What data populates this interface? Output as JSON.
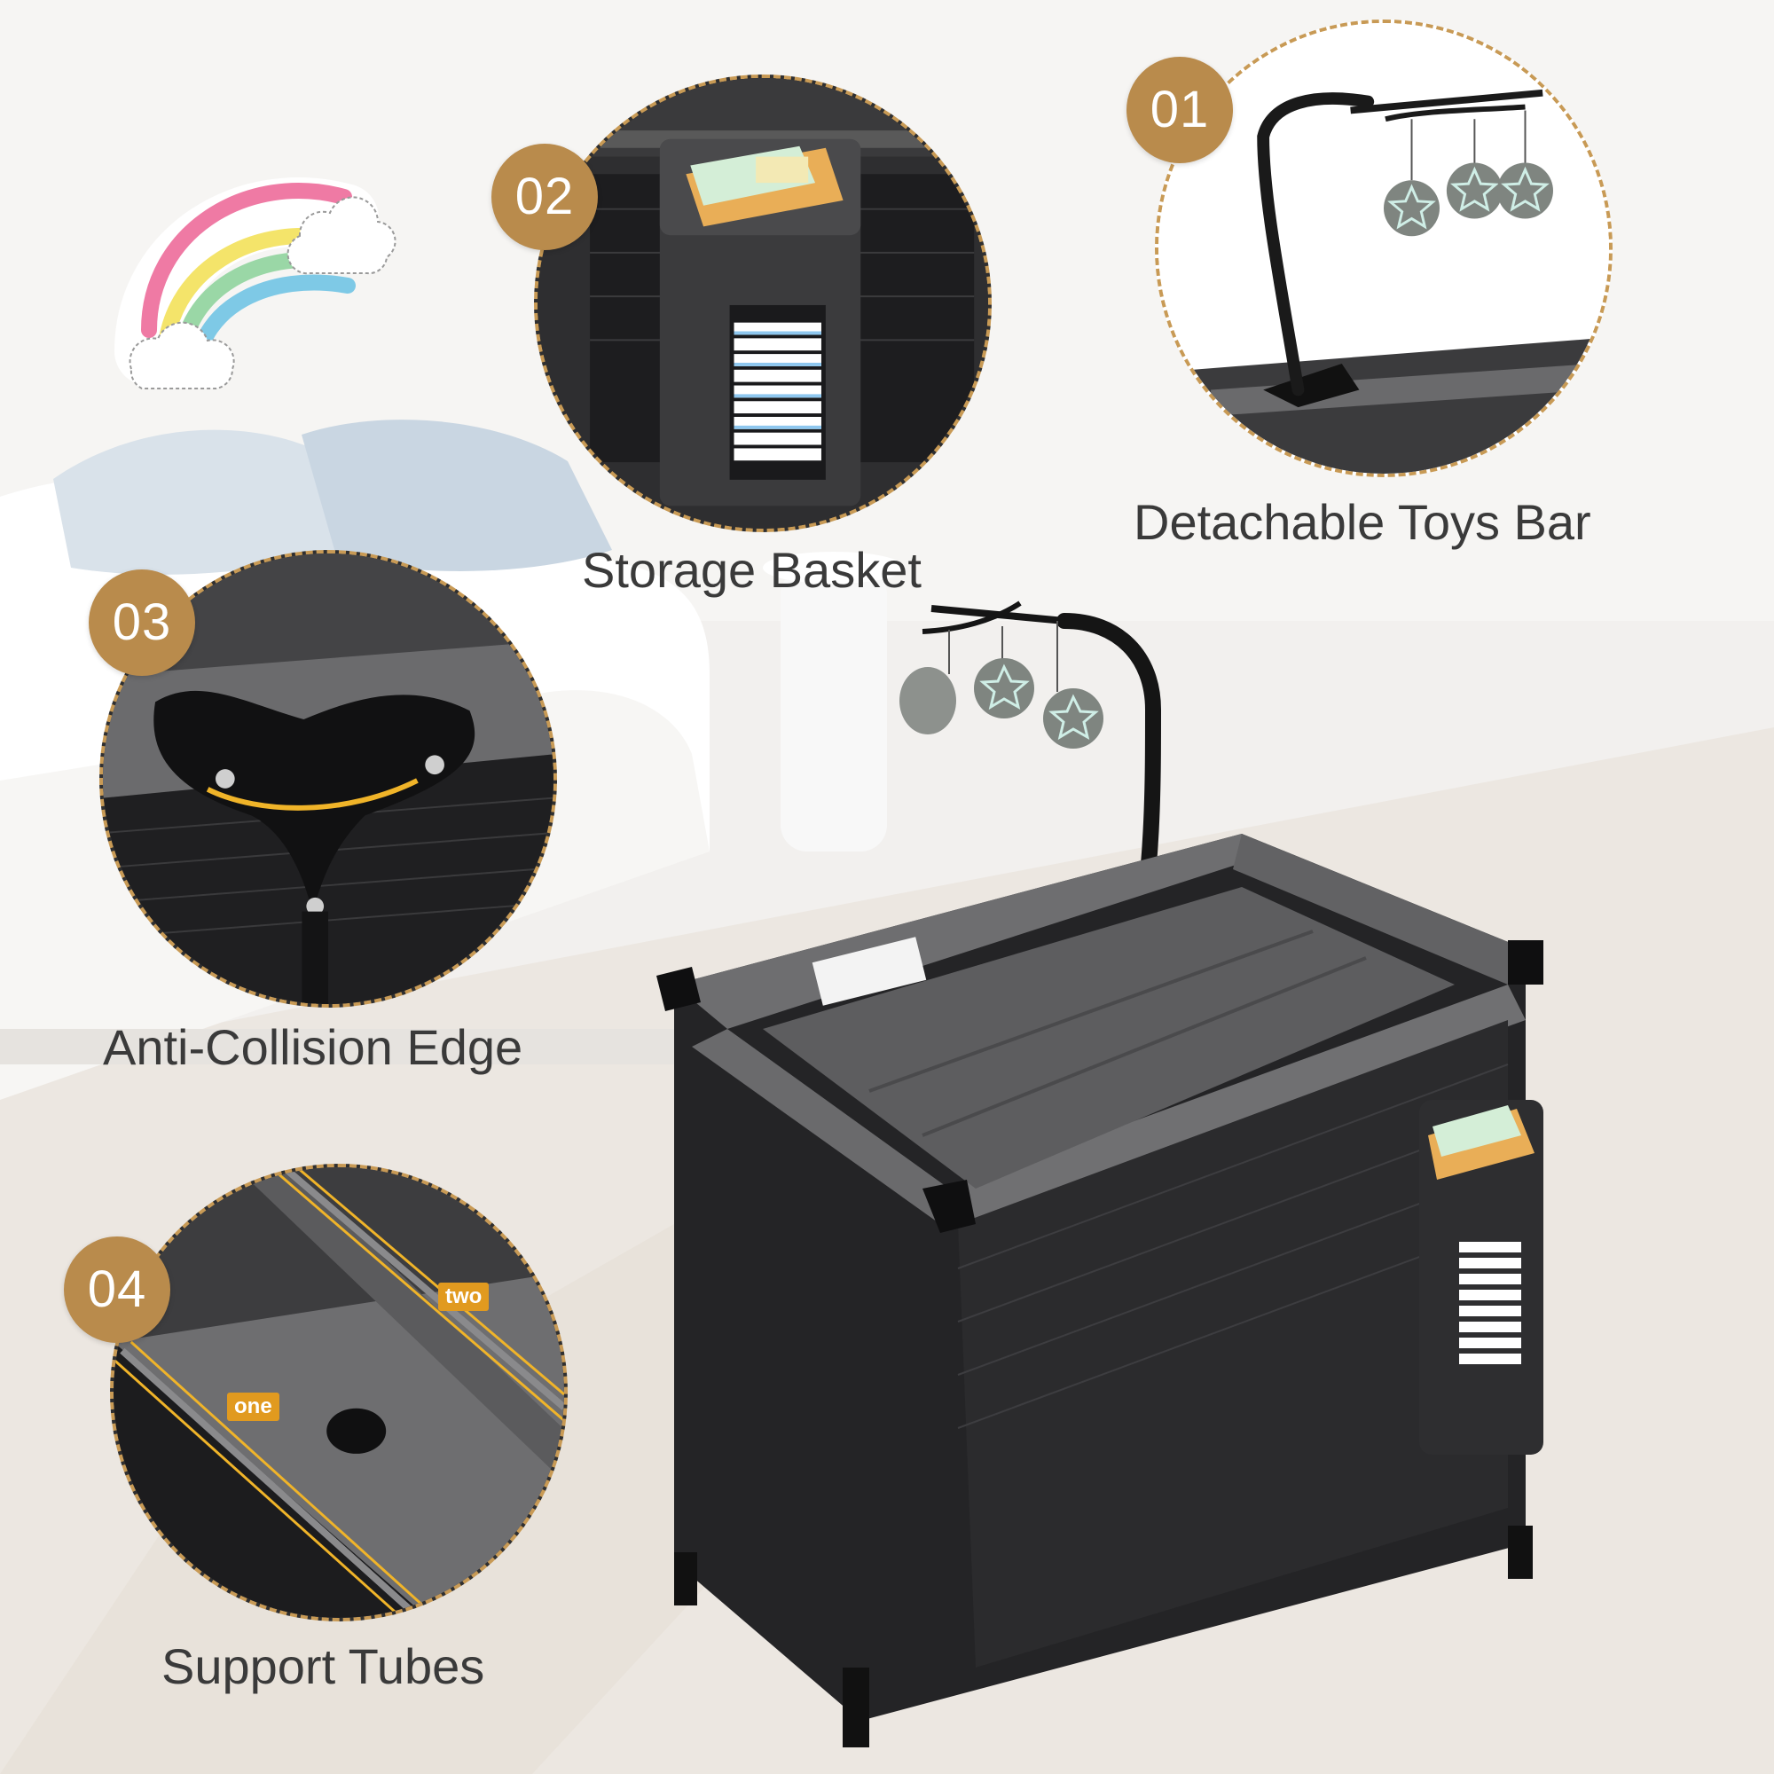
{
  "features": [
    {
      "number": "01",
      "label": "Detachable Toys Bar"
    },
    {
      "number": "02",
      "label": "Storage Basket"
    },
    {
      "number": "03",
      "label": "Anti-Collision Edge"
    },
    {
      "number": "04",
      "label": "Support Tubes"
    }
  ],
  "tube_tags": {
    "first": "one",
    "second": "two"
  },
  "colors": {
    "badge": "#b98b4c",
    "dashed_border": "#c89a55",
    "tag_orange": "#e19a1f",
    "caption_text": "#3a3a3a"
  },
  "icons": [
    "rainbow-icon",
    "crib-image",
    "toy-star-icon"
  ]
}
